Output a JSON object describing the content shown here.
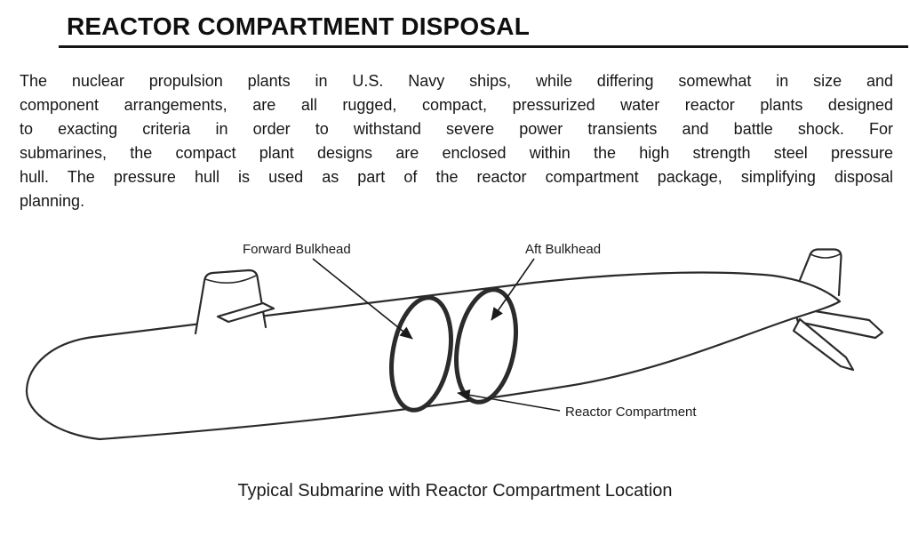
{
  "page": {
    "title": "REACTOR COMPARTMENT DISPOSAL",
    "body_lines": [
      "The nuclear propulsion plants in U.S. Navy ships, while differing somewhat in size and",
      "component arrangements, are all rugged, compact, pressurized water reactor plants designed",
      "to exacting criteria in order to withstand severe power transients and battle shock. For",
      "submarines, the compact plant designs are enclosed within the high strength steel pressure",
      "hull. The pressure hull is used as part of the reactor compartment package, simplifying disposal",
      "planning."
    ],
    "figure_caption": "Typical Submarine with Reactor Compartment Location"
  },
  "diagram": {
    "labels": {
      "forward_bulkhead": "Forward Bulkhead",
      "aft_bulkhead": "Aft Bulkhead",
      "reactor_compartment": "Reactor Compartment"
    },
    "colors": {
      "ink": "#1a1a1a",
      "background": "#ffffff"
    }
  }
}
